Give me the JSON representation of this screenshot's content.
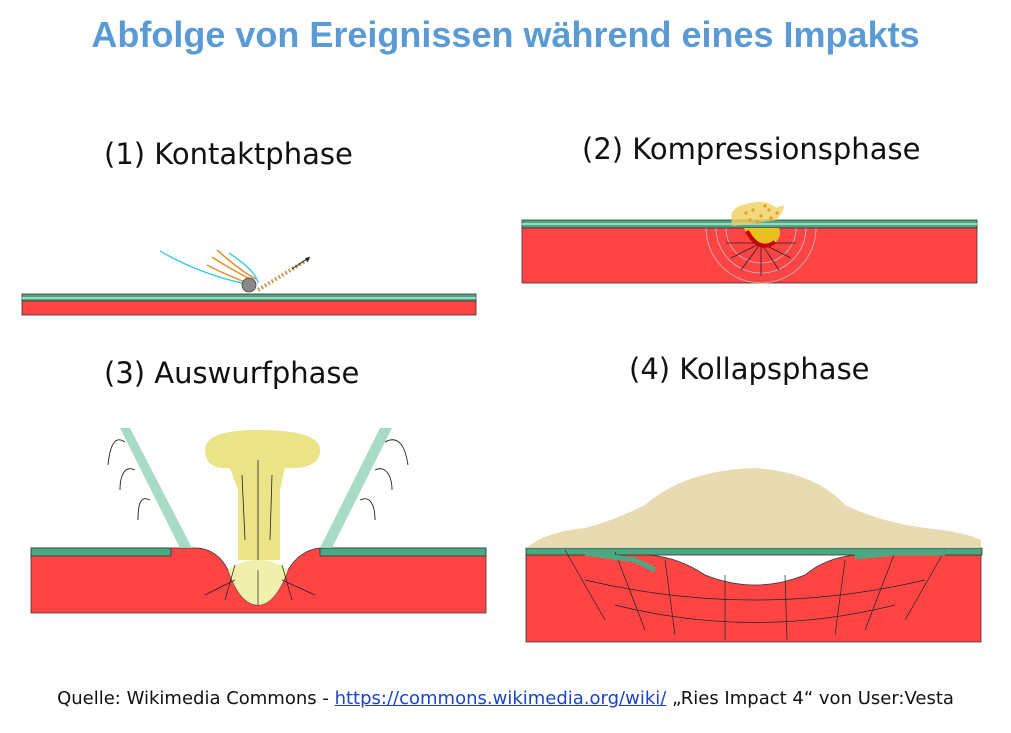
{
  "title": "Abfolge von Ereignissen während eines Impakts",
  "panels": [
    {
      "label": "(1) Kontaktphase"
    },
    {
      "label": "(2) Kompressionsphase"
    },
    {
      "label": "(3) Auswurfphase"
    },
    {
      "label": "(4) Kollapsphase"
    }
  ],
  "source": {
    "prefix": "Quelle: Wikimedia Commons - ",
    "link": "https://commons.wikimedia.org/wiki/",
    "suffix": " „Ries Impact 4“ von User:Vesta"
  },
  "colors": {
    "title": "#5B9BD5",
    "crust_red": "#FF4444",
    "surface_green": "#4CA882",
    "surface_light": "#9FD6C0",
    "ejecta": "#D9D96A",
    "debris": "#B89F7A"
  }
}
